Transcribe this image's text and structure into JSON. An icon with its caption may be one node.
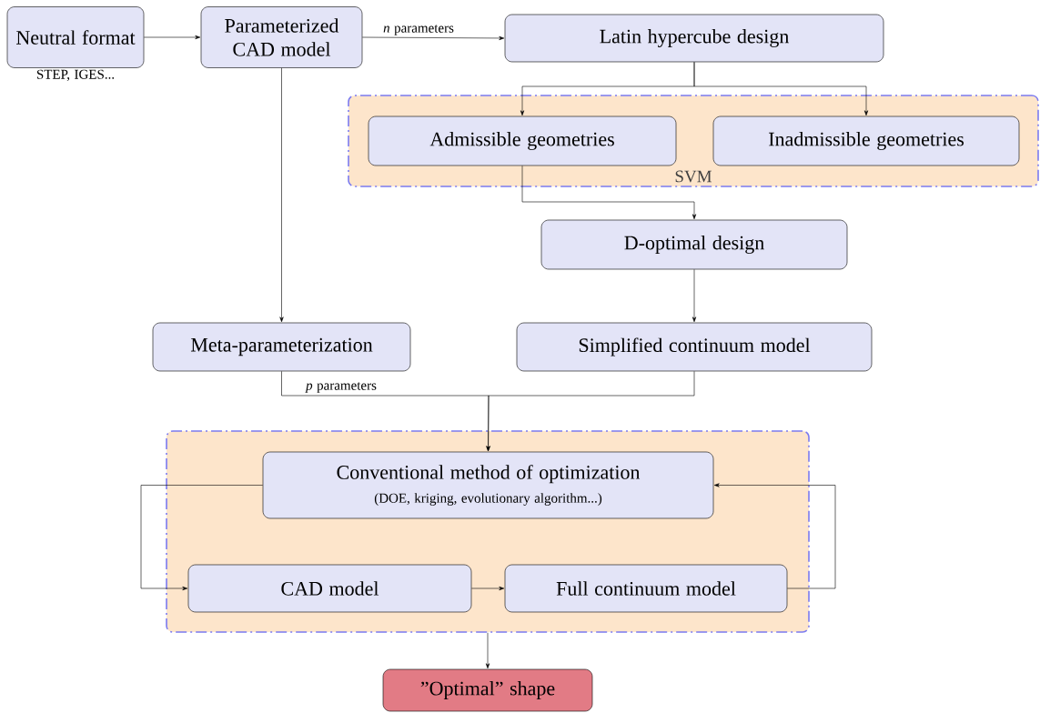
{
  "diagram": {
    "nodes": [
      {
        "text": [
          "Neutral format"
        ],
        "beside": [
          "STEP, IGES..."
        ]
      },
      {
        "text": [
          "Parameterized CAD model"
        ]
      },
      {
        "text": [
          "Latin hypercube design"
        ]
      },
      {
        "text": [
          "SVM"
        ]
      },
      {
        "text": [
          "Admissible geometries"
        ],
        "in": 3
      },
      {
        "text": [
          "Inadmissible geometries"
        ],
        "in": 3
      },
      {
        "text": [
          "D-optimal design"
        ]
      },
      {
        "text": [
          "Meta-parameterization"
        ]
      },
      {
        "text": [
          "Simplified continuum model"
        ]
      },
      {
        "text": [],
        "shape": "box"
      },
      {
        "text": [
          "Conventional method of optimization",
          "(DOE, kriging, evolutionary algorithm...)"
        ],
        "in": 9
      },
      {
        "text": [
          "CAD model"
        ],
        "in": 9
      },
      {
        "text": [
          "Full continuum model"
        ],
        "in": 9
      },
      {
        "text": [
          "”Optimal” shape"
        ]
      }
    ],
    "edges": [
      {
        "from": 0,
        "to": 1,
        "arrow": "to"
      },
      {
        "from": 1,
        "to": 2,
        "arrow": "to",
        "label": "*n* parameters"
      },
      {
        "from": 2,
        "to": 4,
        "arrow": "to"
      },
      {
        "from": 2,
        "to": 5,
        "arrow": "to"
      },
      {
        "from": 4,
        "to": 6,
        "arrow": "to"
      },
      {
        "from": 1,
        "to": 7,
        "arrow": "to"
      },
      {
        "from": 6,
        "to": 8,
        "arrow": "to"
      },
      {
        "from": 7,
        "to": 10,
        "arrow": "to",
        "label": "*p* parameters"
      },
      {
        "from": 8,
        "to": 10,
        "arrow": "to"
      },
      {
        "from": 10,
        "to": 11,
        "arrow": "to"
      },
      {
        "from": 11,
        "to": 12,
        "arrow": "to"
      },
      {
        "from": 12,
        "to": 10,
        "arrow": "to"
      },
      {
        "from": 9,
        "to": 13,
        "arrow": "to"
      }
    ]
  }
}
